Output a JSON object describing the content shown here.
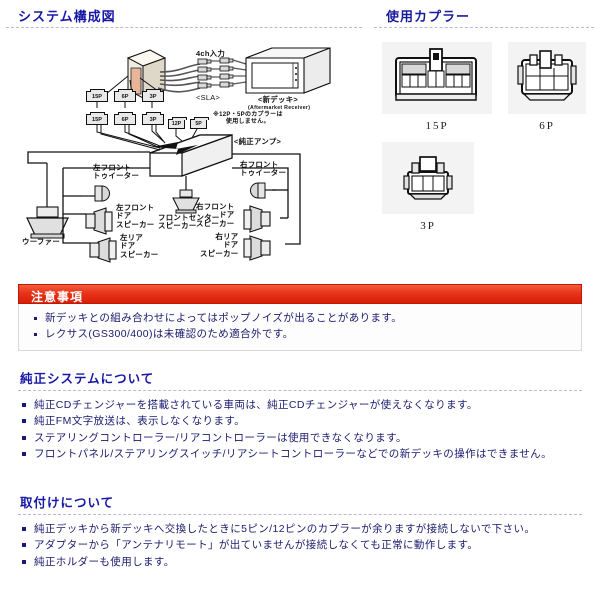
{
  "diagram_panel": {
    "title": "システム構成図",
    "labels": {
      "ch_input": "4ch入力",
      "sla": "<SLA>",
      "new_deck": "<新デッキ>",
      "new_deck_en": "(Aftermarket Receiver)",
      "note_unused": "※12P・5Pのカプラーは\n使用しません。",
      "factory_amp": "<純正アンプ>",
      "left_front_tweeter": "左フロント\nトゥイーター",
      "right_front_tweeter": "右フロント\nトゥイーター",
      "front_center_speaker": "フロントセンター\nスピーカー",
      "left_front_door_speaker": "左フロント\nドア\nスピーカー",
      "right_front_door_speaker": "右フロント\nドア\nスピーカー",
      "left_rear_door_speaker": "左リア\nドア\nスピーカー",
      "right_rear_door_speaker": "右リア\nドア\nスピーカー",
      "woofer": "ウーファー"
    },
    "connectors_row1": [
      "15P",
      "6P",
      "3P"
    ],
    "connectors_row2": [
      "15P",
      "6P",
      "3P"
    ],
    "connectors_unused": [
      "12P",
      "5P"
    ]
  },
  "coupler_panel": {
    "title": "使用カプラー",
    "items": [
      {
        "name": "15P",
        "icon": "connector-15p-icon"
      },
      {
        "name": "6P",
        "icon": "connector-6p-icon"
      },
      {
        "name": "3P",
        "icon": "connector-3p-icon"
      }
    ]
  },
  "notice": {
    "heading": "注意事項",
    "items": [
      "新デッキとの組み合わせによってはポップノイズが出ることがあります。",
      "レクサス(GS300/400)は未確認のため適合外です。"
    ],
    "accent_color": "#e0200a"
  },
  "factory_system": {
    "heading": "純正システムについて",
    "items": [
      "純正CDチェンジャーを搭載されている車両は、純正CDチェンジャーが使えなくなります。",
      "純正FM文字放送は、表示しなくなります。",
      "ステアリングコントローラー/リアコントローラーは使用できなくなります。",
      "フロントパネル/ステアリングスイッチ/リアシートコントローラーなどでの新デッキの操作はできません。"
    ],
    "accent_color": "#1717a8"
  },
  "installation": {
    "heading": "取付けについて",
    "items": [
      "純正デッキから新デッキへ交換したときに5ピン/12ピンのカプラーが余りますが接続しないで下さい。",
      "アダプターから「アンテナリモート」が出ていませんが接続しなくても正常に動作します。",
      "純正ホルダーも使用します。"
    ],
    "accent_color": "#1717a8"
  }
}
